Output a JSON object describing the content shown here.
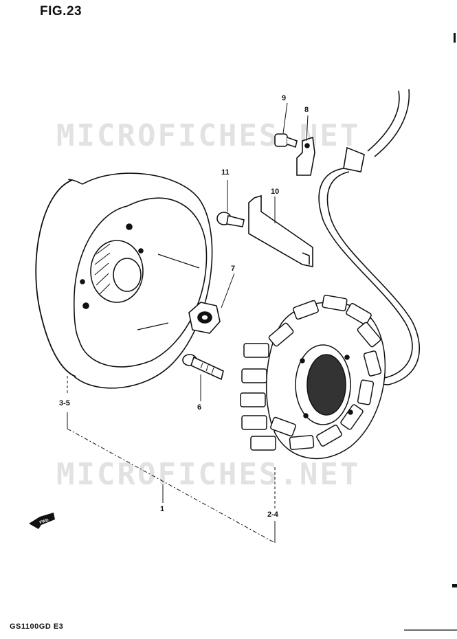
{
  "figure": {
    "title": "FIG.23",
    "model": "GS1100GD E3",
    "watermark": "MICROFICHES.NET",
    "fwd_label": "FWD"
  },
  "parts": [
    {
      "id": "p1",
      "label": "1"
    },
    {
      "id": "p24",
      "label": "2-4"
    },
    {
      "id": "p35",
      "label": "3-5"
    },
    {
      "id": "p6",
      "label": "6"
    },
    {
      "id": "p7",
      "label": "7"
    },
    {
      "id": "p8",
      "label": "8"
    },
    {
      "id": "p9",
      "label": "9"
    },
    {
      "id": "p10",
      "label": "10"
    },
    {
      "id": "p11",
      "label": "11"
    }
  ]
}
